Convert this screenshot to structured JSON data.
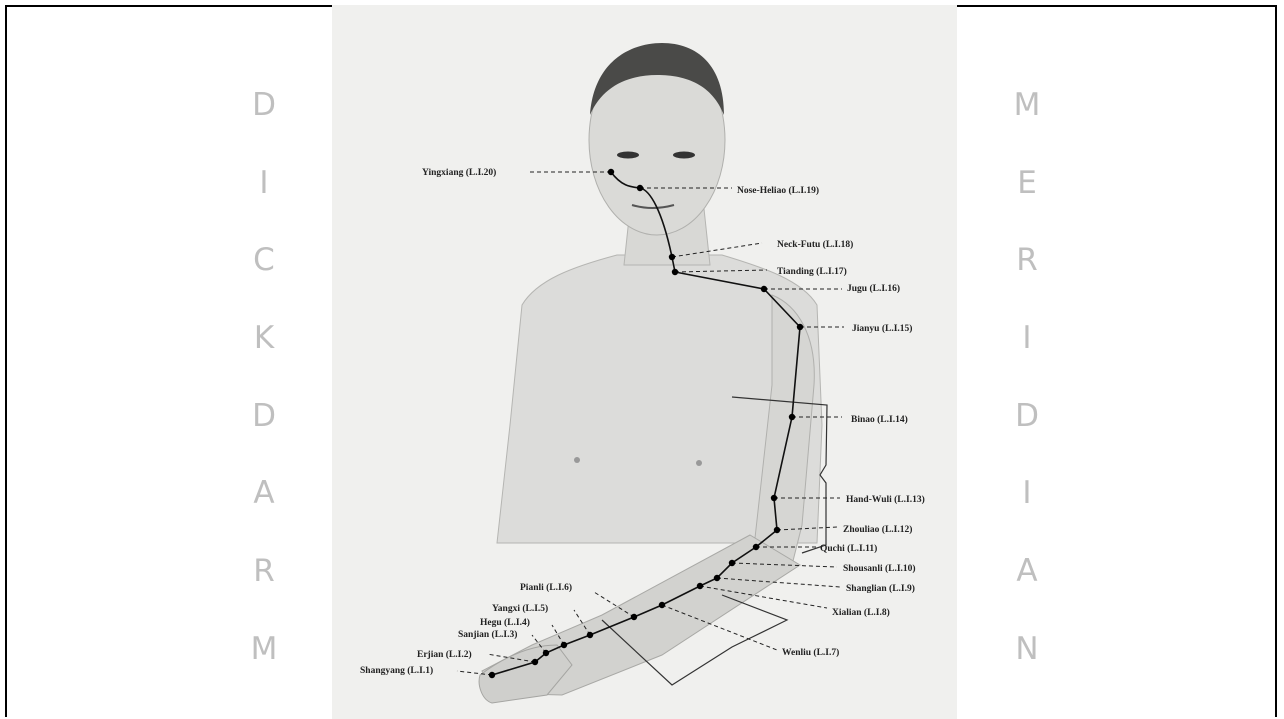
{
  "slide": {
    "left_word_letters": [
      "D",
      "I",
      "C",
      "K",
      "D",
      "A",
      "R",
      "M"
    ],
    "right_word_letters": [
      "M",
      "E",
      "R",
      "I",
      "D",
      "I",
      "A",
      "N"
    ],
    "letter_color": "#bfbfbf"
  },
  "figure": {
    "image_background": "#f0f0ee",
    "points": [
      {
        "label": "Yingxiang (L.I.20)"
      },
      {
        "label": "Nose-Heliao (L.I.19)"
      },
      {
        "label": "Neck-Futu (L.I.18)"
      },
      {
        "label": "Tianding (L.I.17)"
      },
      {
        "label": "Jugu (L.I.16)"
      },
      {
        "label": "Jianyu (L.I.15)"
      },
      {
        "label": "Binao (L.I.14)"
      },
      {
        "label": "Hand-Wuli (L.I.13)"
      },
      {
        "label": "Zhouliao (L.I.12)"
      },
      {
        "label": "Quchi (L.I.11)"
      },
      {
        "label": "Shousanli (L.I.10)"
      },
      {
        "label": "Shanglian (L.I.9)"
      },
      {
        "label": "Xialian (L.I.8)"
      },
      {
        "label": "Wenliu (L.I.7)"
      },
      {
        "label": "Pianli (L.I.6)"
      },
      {
        "label": "Yangxi (L.I.5)"
      },
      {
        "label": "Hegu (L.I.4)"
      },
      {
        "label": "Sanjian (L.I.3)"
      },
      {
        "label": "Erjian (L.I.2)"
      },
      {
        "label": "Shangyang (L.I.1)"
      }
    ]
  }
}
